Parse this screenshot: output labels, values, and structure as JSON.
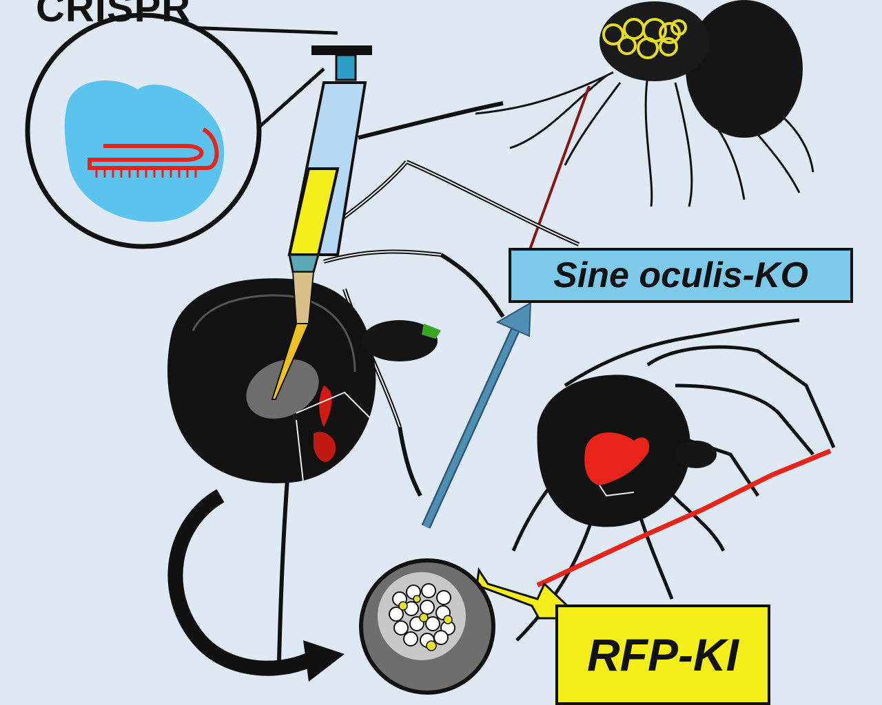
{
  "title": "CRISPR",
  "labels": {
    "knockout": "Sine oculis-KO",
    "knockin": "RFP-KI"
  },
  "icons": [
    "crispr-payload-circle-icon",
    "syringe-icon",
    "spider-top-right-icon",
    "spider-main-icon",
    "spider-right-icon",
    "egg-sac-icon",
    "curved-arrow-icon",
    "blue-arrow-icon"
  ],
  "colors": {
    "background": "#dfe9f4",
    "ko_box": "#7cc9ea",
    "ki_box": "#f4ee1a",
    "rfp_red": "#e8231a",
    "arrow_blue": "#4f8fb4",
    "sgRNA_blob": "#5bc3ee"
  }
}
